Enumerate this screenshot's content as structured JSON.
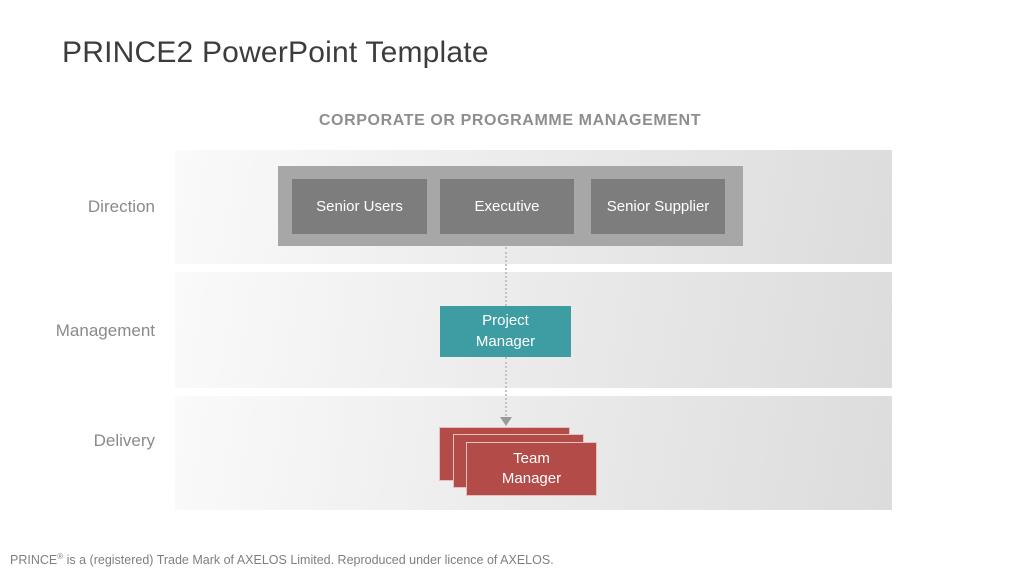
{
  "slide": {
    "title": "PRINCE2 PowerPoint Template"
  },
  "diagram": {
    "heading": "CORPORATE OR PROGRAMME MANAGEMENT",
    "rows": [
      {
        "label": "Direction"
      },
      {
        "label": "Management"
      },
      {
        "label": "Delivery"
      }
    ],
    "direction_roles": [
      {
        "label": "Senior Users"
      },
      {
        "label": "Executive"
      },
      {
        "label": "Senior Supplier"
      }
    ],
    "project_manager_label": "Project Manager",
    "team_manager_label": "Team Manager"
  },
  "footer": {
    "brand": "PRINCE",
    "registered_mark": "®",
    "text": " is a (registered) Trade Mark of AXELOS Limited. Reproduced under licence of AXELOS."
  },
  "colors": {
    "teal_accent": "#3e9da3",
    "red_accent": "#b34b48",
    "container_gray": "#a7a7a7",
    "role_box_gray": "#7d7d7d",
    "band_gradient_light": "#fafafa",
    "band_gradient_dark": "#dcdcdc",
    "heading_gray": "#8e8e8e",
    "row_label_gray": "#8a8a8a",
    "title_color": "#3c3c3c",
    "footer_gray": "#7f7f7f",
    "connector_gray": "#c3c3c3"
  }
}
